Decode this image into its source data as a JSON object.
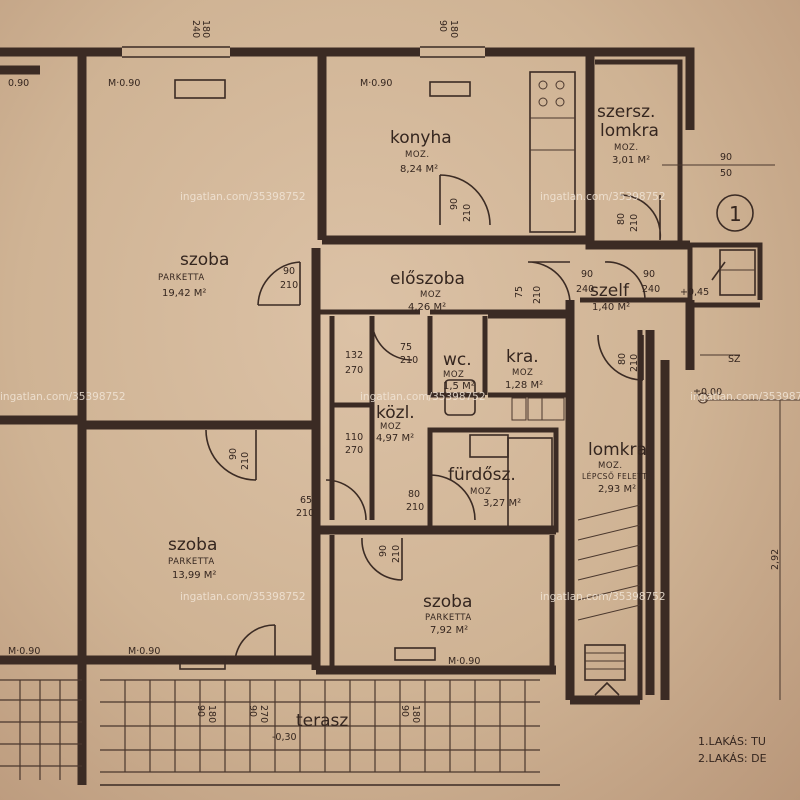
{
  "rooms": {
    "szoba_big": {
      "name": "szoba",
      "floor": "PARKETTA",
      "area": "19,42 M²"
    },
    "szoba_left": {
      "name": "szoba",
      "floor": "PARKETTA",
      "area": "13,99 M²"
    },
    "szoba_small": {
      "name": "szoba",
      "floor": "PARKETTA",
      "area": "7,92 M²"
    },
    "konyha": {
      "name": "konyha",
      "floor": "MOZ.",
      "area": "8,24 M²"
    },
    "szersz": {
      "name": "szersz.",
      "name2": "lomkra",
      "floor": "MOZ.",
      "area": "3,01 M²"
    },
    "eloszoba": {
      "name": "előszoba",
      "floor": "MOZ",
      "area": "4,26 M²"
    },
    "wc": {
      "name": "wc.",
      "floor": "MOZ",
      "area": "1,5 M²"
    },
    "kra": {
      "name": "kra.",
      "floor": "MOZ",
      "area": "1,28 M²"
    },
    "kozl": {
      "name": "közl.",
      "floor": "MOZ",
      "area": "4,97 M²"
    },
    "furdosz": {
      "name": "fürdősz.",
      "floor": "MOZ",
      "area": "3,27 M²"
    },
    "szelf": {
      "name": "szelf",
      "area": "1,40 M²"
    },
    "lomkra": {
      "name": "lomkra",
      "floor": "MOZ.",
      "floor2": "LÉPCSŐ FELETT",
      "area": "2,93 M²"
    },
    "terasz": {
      "name": "terasz"
    }
  },
  "dims": {
    "top1": "240",
    "top1b": "180",
    "top2": "90",
    "top2b": "180",
    "m090_a": "M·0.90",
    "m090_b": "M·0.90",
    "m090_c": "M·0.90",
    "m090_d": "M·0.90",
    "m090_e": "M·0.90",
    "m090_left": "0.90",
    "d_90_210_konyha": "90",
    "d_90_210_konyha_b": "210",
    "d_80_210_szersz": "80",
    "d_80_210_szersz_b": "210",
    "d_90_210_szoba": "90",
    "d_90_210_szoba_b": "210",
    "d_75_210": "75",
    "d_75_210_b": "210",
    "d_75_210_wc": "75",
    "d_75_210_wc_b": "210",
    "d_132_270": "132",
    "d_132_270_b": "270",
    "d_110_270": "110",
    "d_110_270_b": "270",
    "d_90_210_left": "90",
    "d_90_210_left_b": "210",
    "d_65_210": "65",
    "d_65_210_b": "210",
    "d_80_210_furdo": "80",
    "d_80_210_furdo_b": "210",
    "d_90_210_small": "90",
    "d_90_210_small_b": "210",
    "d_90_240_a": "90",
    "d_90_240_a_b": "240",
    "d_90_240_b": "90",
    "d_90_240_b_b": "240",
    "d_80_210_lomkra": "80",
    "d_80_210_lomkra_b": "210",
    "d_right_90": "90",
    "d_right_50": "50",
    "d_045": "+0,45",
    "d_000": "±0,00",
    "d_030": "-0,30",
    "d_side": "2,92",
    "sz": "SZ",
    "terasz_d1": "90",
    "terasz_d1b": "180",
    "terasz_d2": "90",
    "terasz_d2b": "270",
    "terasz_d3": "90",
    "terasz_d3b": "180",
    "circle_num": "1"
  },
  "legend": {
    "line1": "1.LAKÁS: TU",
    "line2": "2.LAKÁS: DE"
  },
  "watermark": "ingatlan.com/35398752"
}
